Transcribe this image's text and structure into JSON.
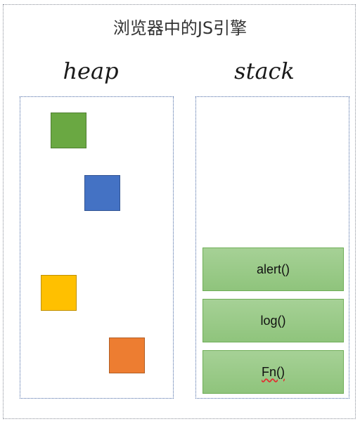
{
  "title": "浏览器中的JS引擎",
  "heap": {
    "label": "heap",
    "objects": [
      {
        "name": "green-object",
        "color": "#6aa842"
      },
      {
        "name": "blue-object",
        "color": "#4472c4"
      },
      {
        "name": "yellow-object",
        "color": "#ffc000"
      },
      {
        "name": "orange-object",
        "color": "#ed7d31"
      }
    ]
  },
  "stack": {
    "label": "stack",
    "frames": [
      "alert()",
      "log()",
      "Fn()"
    ]
  }
}
